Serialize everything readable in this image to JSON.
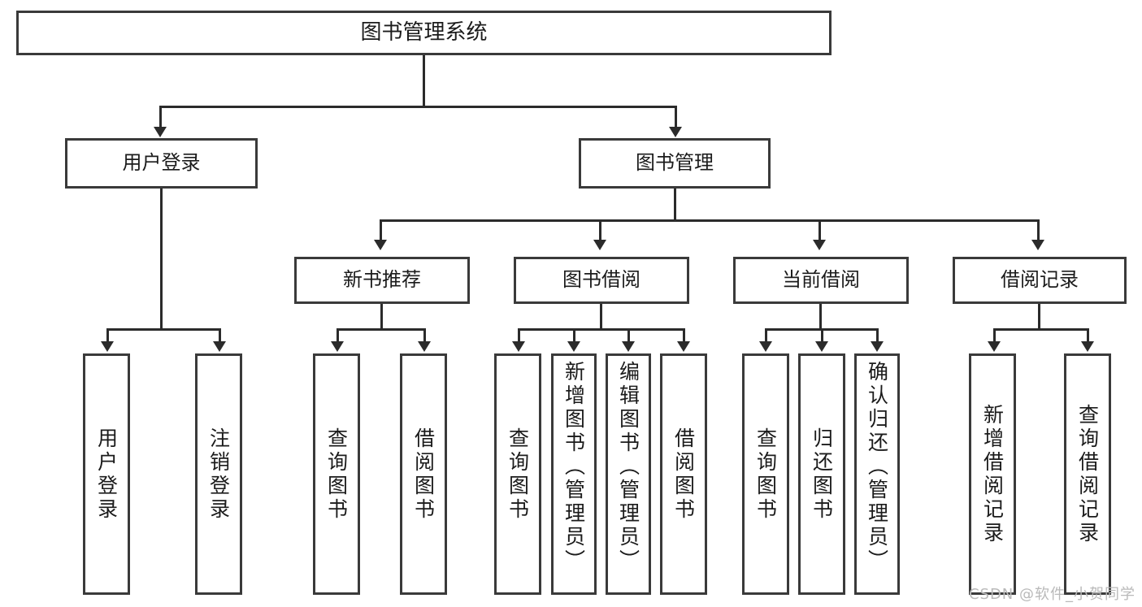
{
  "diagram": {
    "title": "图书管理系统",
    "watermark": "CSDN @软件_小贺同学",
    "type": "tree-hierarchy",
    "levels": 4,
    "root": {
      "label": "图书管理系统"
    },
    "level2": [
      {
        "label": "用户登录"
      },
      {
        "label": "图书管理"
      }
    ],
    "level3": [
      {
        "label": "新书推荐"
      },
      {
        "label": "图书借阅"
      },
      {
        "label": "当前借阅"
      },
      {
        "label": "借阅记录"
      }
    ],
    "leaves": {
      "user_login": [
        {
          "label": "用户登录"
        },
        {
          "label": "注销登录"
        }
      ],
      "new_book_recommend": [
        {
          "label": "查询图书"
        },
        {
          "label": "借阅图书"
        }
      ],
      "book_borrow": [
        {
          "label": "查询图书"
        },
        {
          "label": "新增图书（管理员）"
        },
        {
          "label": "编辑图书（管理员）"
        },
        {
          "label": "借阅图书"
        }
      ],
      "current_borrow": [
        {
          "label": "查询图书"
        },
        {
          "label": "归还图书"
        },
        {
          "label": "确认归还（管理员）"
        }
      ],
      "borrow_record": [
        {
          "label": "新增借阅记录"
        },
        {
          "label": "查询借阅记录"
        }
      ]
    },
    "colors": {
      "box_border": "#3a3a3a",
      "line": "#2b2b2b",
      "background": "#ffffff",
      "text": "#1b1b1b",
      "watermark": "#b9b9b9"
    }
  }
}
